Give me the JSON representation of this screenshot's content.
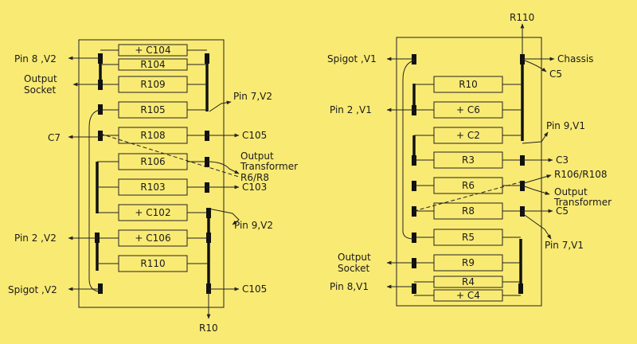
{
  "colors": {
    "background": "#f9ea74",
    "ink": "#1a1a1a"
  },
  "left_board": {
    "components": [
      {
        "label": "+ C104"
      },
      {
        "label": "R104"
      },
      {
        "label": "R109"
      },
      {
        "label": "R105"
      },
      {
        "label": "R108"
      },
      {
        "label": "R106"
      },
      {
        "label": "R103"
      },
      {
        "label": "+ C102"
      },
      {
        "label": "+ C106"
      },
      {
        "label": "R110"
      }
    ],
    "labels": {
      "pin8": "Pin 8 ,V2",
      "output_socket_1": "Output",
      "output_socket_2": "Socket",
      "c7": "C7",
      "pin2": "Pin 2 ,V2",
      "spigot": "Spigot ,V2",
      "pin7": "Pin 7,V2",
      "c105_top": "C105",
      "output_transformer_1": "Output",
      "output_transformer_2": "Transformer",
      "r6r8": "R6/R8",
      "c103": "C103",
      "pin9": "Pin 9,V2",
      "c105_bottom": "C105",
      "r10": "R10"
    }
  },
  "right_board": {
    "components": [
      {
        "label": "R10"
      },
      {
        "label": "+ C6"
      },
      {
        "label": "+ C2"
      },
      {
        "label": "R3"
      },
      {
        "label": "R6"
      },
      {
        "label": "R8"
      },
      {
        "label": "R5"
      },
      {
        "label": "R9"
      },
      {
        "label": "R4"
      },
      {
        "label": "+ C4"
      }
    ],
    "labels": {
      "r110": "R110",
      "spigot": "Spigot ,V1",
      "chassis": "Chassis",
      "c5_top": "C5",
      "pin2": "Pin 2 ,V1",
      "pin9": "Pin 9,V1",
      "c3": "C3",
      "r106r108": "R106/R108",
      "output_transformer_1": "Output",
      "output_transformer_2": "Transformer",
      "c5_mid": "C5",
      "pin7": "Pin 7,V1",
      "output_socket_1": "Output",
      "output_socket_2": "Socket",
      "pin8": "Pin 8,V1"
    }
  }
}
